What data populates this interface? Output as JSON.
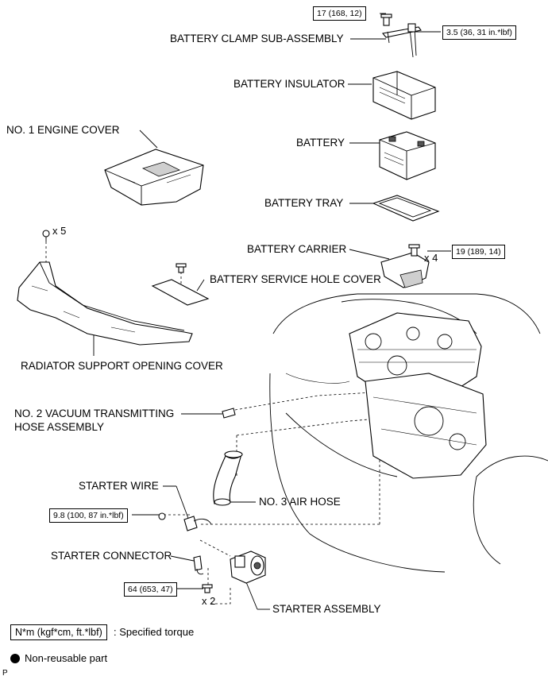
{
  "labels": {
    "battery_clamp": "BATTERY CLAMP SUB-ASSEMBLY",
    "battery_insulator": "BATTERY INSULATOR",
    "battery": "BATTERY",
    "battery_tray": "BATTERY TRAY",
    "battery_carrier": "BATTERY CARRIER",
    "no1_engine_cover": "NO. 1 ENGINE COVER",
    "battery_service_hole_cover": "BATTERY SERVICE HOLE COVER",
    "radiator_support_opening_cover": "RADIATOR SUPPORT OPENING COVER",
    "no2_vacuum_line1": "NO. 2 VACUUM TRANSMITTING",
    "no2_vacuum_line2": "HOSE ASSEMBLY",
    "starter_wire": "STARTER WIRE",
    "no3_air_hose": "NO. 3 AIR HOSE",
    "starter_connector": "STARTER CONNECTOR",
    "starter_assembly": "STARTER ASSEMBLY"
  },
  "torques": {
    "clamp_bolt": "17 (168, 12)",
    "clamp_nut": "3.5 (36, 31 in.*lbf)",
    "carrier": "19 (189, 14)",
    "starter_wire_nut": "9.8 (100, 87 in.*lbf)",
    "starter_bolt": "64 (653, 47)"
  },
  "quantities": {
    "radiator_cover_clips": "x 5",
    "carrier_bolts": "x 4",
    "starter_bolts": "x 2"
  },
  "legend": {
    "torque_box": "N*m (kgf*cm, ft.*lbf)",
    "torque_text": ": Specified torque",
    "nonreusable_text": "Non-reusable part"
  },
  "corner_mark": "P"
}
